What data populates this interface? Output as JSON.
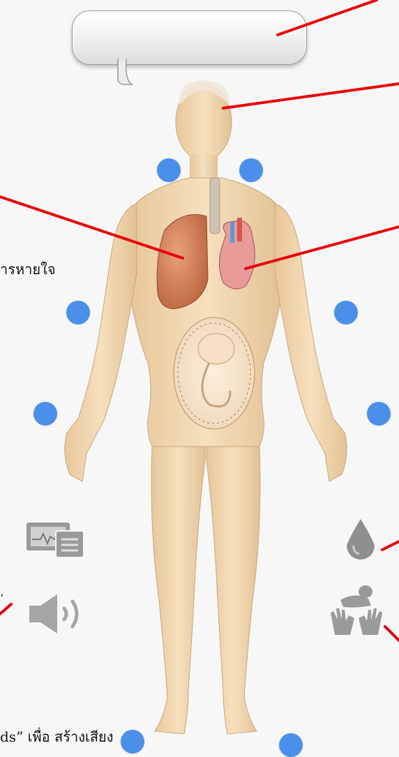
{
  "annotations": {
    "breathing_label": "ารหายใจ",
    "sounds_caption": "ds” เพื่อ สร้างเสียง",
    "lower_left_mark": "‘"
  },
  "body": {
    "figure": "pregnant-female-patient",
    "organs": [
      "brain",
      "trachea",
      "lungs",
      "heart",
      "fetus"
    ]
  },
  "controls": {
    "monitor_icon": "patient-monitor-icon",
    "fluid_icon": "blood-drop-icon",
    "sound_icon": "speaker-icon",
    "delivery_icon": "baby-delivery-hands-icon"
  },
  "colors": {
    "pulse_dot": "#4a8fea",
    "leader_line": "#e8000b",
    "skin": "#f1d8b0",
    "icon_gray": "#9a9a9a"
  }
}
